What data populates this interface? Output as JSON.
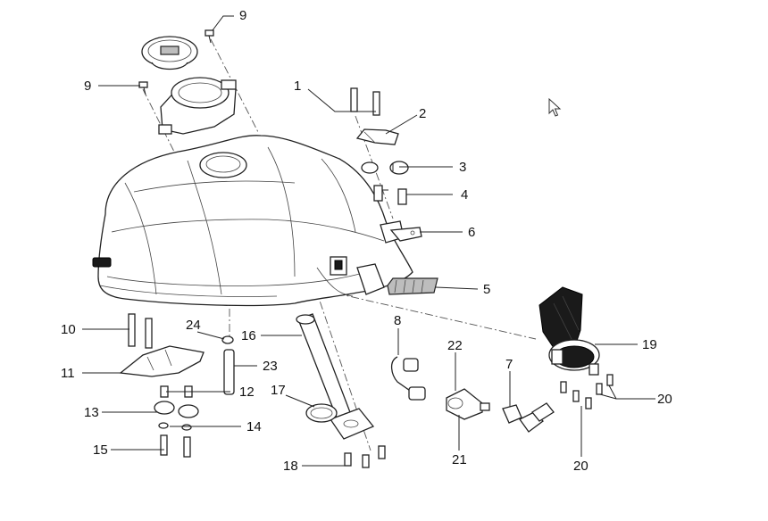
{
  "callouts": {
    "c1": "1",
    "c2": "2",
    "c3": "3",
    "c4": "4",
    "c5": "5",
    "c6": "6",
    "c7": "7",
    "c8": "8",
    "c9a": "9",
    "c9b": "9",
    "c10": "10",
    "c11": "11",
    "c12": "12",
    "c13": "13",
    "c14": "14",
    "c15": "15",
    "c16": "16",
    "c17": "17",
    "c18": "18",
    "c19": "19",
    "c20a": "20",
    "c20b": "20",
    "c21": "21",
    "c22": "22",
    "c23": "23",
    "c24": "24"
  },
  "colors": {
    "line": "#222222",
    "background": "#ffffff",
    "dark_part": "#1a1a1a"
  },
  "icons": {
    "cursor": "mouse-pointer-icon"
  }
}
